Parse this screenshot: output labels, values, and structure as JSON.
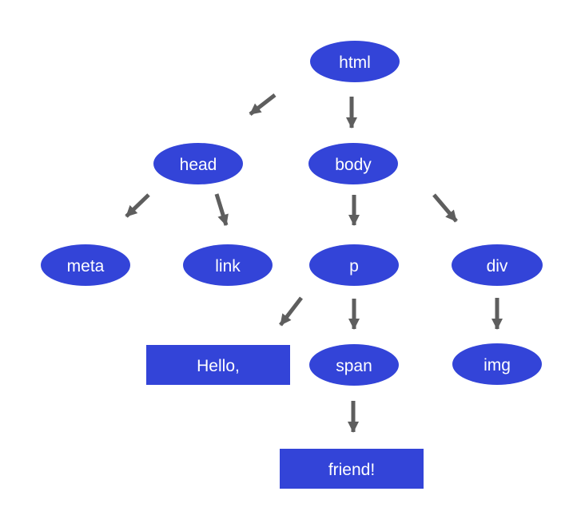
{
  "diagram": {
    "background_color": "#ffffff",
    "node_fill_color": "#3344d8",
    "node_text_color": "#ffffff",
    "arrow_color": "#5e5e5e",
    "nodes": [
      {
        "id": "html",
        "label": "html",
        "shape": "ellipse"
      },
      {
        "id": "head",
        "label": "head",
        "shape": "ellipse"
      },
      {
        "id": "body",
        "label": "body",
        "shape": "ellipse"
      },
      {
        "id": "meta",
        "label": "meta",
        "shape": "ellipse"
      },
      {
        "id": "link",
        "label": "link",
        "shape": "ellipse"
      },
      {
        "id": "p",
        "label": "p",
        "shape": "ellipse"
      },
      {
        "id": "div",
        "label": "div",
        "shape": "ellipse"
      },
      {
        "id": "hello-text",
        "label": "Hello,",
        "shape": "rectangle"
      },
      {
        "id": "span",
        "label": "span",
        "shape": "ellipse"
      },
      {
        "id": "img",
        "label": "img",
        "shape": "ellipse"
      },
      {
        "id": "friend-text",
        "label": "friend!",
        "shape": "rectangle"
      }
    ],
    "edges": [
      {
        "from": "html",
        "to": "head"
      },
      {
        "from": "html",
        "to": "body"
      },
      {
        "from": "head",
        "to": "meta"
      },
      {
        "from": "head",
        "to": "link"
      },
      {
        "from": "body",
        "to": "p"
      },
      {
        "from": "body",
        "to": "div"
      },
      {
        "from": "p",
        "to": "hello-text"
      },
      {
        "from": "p",
        "to": "span"
      },
      {
        "from": "div",
        "to": "img"
      },
      {
        "from": "span",
        "to": "friend-text"
      }
    ]
  }
}
